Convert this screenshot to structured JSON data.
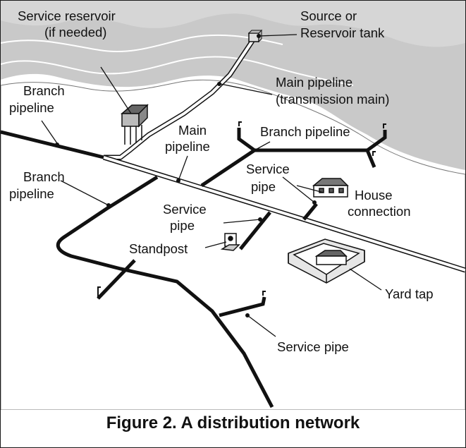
{
  "labels": {
    "service_reservoir_1": "Service reservoir",
    "service_reservoir_2": "(if needed)",
    "source_1": "Source or",
    "source_2": "Reservoir tank",
    "main_pipeline_tm_1": "Main pipeline",
    "main_pipeline_tm_2": "(transmission main)",
    "branch_pipeline_top_1": "Branch",
    "branch_pipeline_top_2": "pipeline",
    "main_pipeline_1": "Main",
    "main_pipeline_2": "pipeline",
    "branch_pipeline_right": "Branch pipeline",
    "service_pipe_right_1": "Service",
    "service_pipe_right_2": "pipe",
    "house_connection_1": "House",
    "house_connection_2": "connection",
    "branch_pipeline_left_1": "Branch",
    "branch_pipeline_left_2": "pipeline",
    "service_pipe_mid_1": "Service",
    "service_pipe_mid_2": "pipe",
    "standpost": "Standpost",
    "yard_tap": "Yard tap",
    "service_pipe_bottom": "Service pipe"
  },
  "caption": "Figure 2. A distribution network",
  "colors": {
    "hills": "#c8c8c8",
    "ground": "#ffffff",
    "pipe": "#111111"
  }
}
